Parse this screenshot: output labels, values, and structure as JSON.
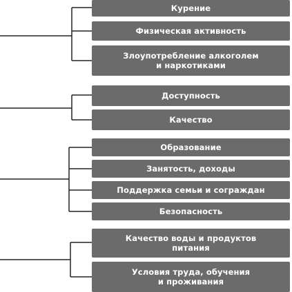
{
  "groups": [
    {
      "items": [
        {
          "label": "Курение"
        },
        {
          "label": "Физическая активность"
        },
        {
          "label": "Злоупотребление алкоголем\nи наркотиками"
        }
      ]
    },
    {
      "items": [
        {
          "label": "Доступность"
        },
        {
          "label": "Качество"
        }
      ]
    },
    {
      "items": [
        {
          "label": "Образование"
        },
        {
          "label": "Занятость, доходы"
        },
        {
          "label": "Поддержка семьи и сограждан"
        },
        {
          "label": "Безопасность"
        }
      ]
    },
    {
      "items": [
        {
          "label": "Качество воды и продуктов\nпитания"
        },
        {
          "label": "Условия труда, обучения\nи проживания"
        }
      ]
    }
  ]
}
